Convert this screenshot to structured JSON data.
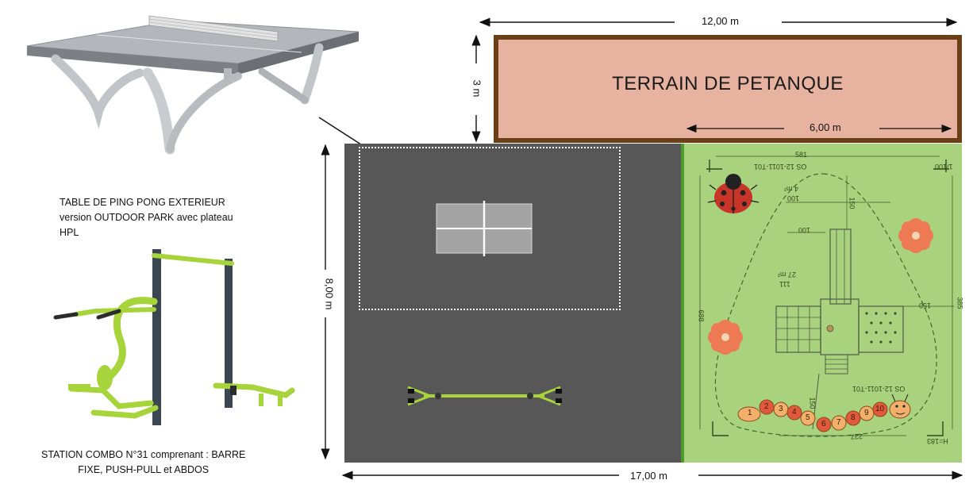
{
  "dimensions": {
    "top_width": "12,00 m",
    "terrain_height": "3 m",
    "terrain_inner_width": "6,00 m",
    "court_height": "8,00 m",
    "bottom_width": "17,00 m"
  },
  "terrain": {
    "label": "TERRAIN DE PETANQUE"
  },
  "ping_pong": {
    "caption_line1": "TABLE DE PING PONG EXTERIEUR",
    "caption_line2": "version OUTDOOR PARK avec plateau",
    "caption_line3": "HPL"
  },
  "fitness": {
    "caption_line1": "STATION COMBO N°31 comprenant : BARRE",
    "caption_line2": "FIXE, PUSH-PULL et ABDOS"
  },
  "playground": {
    "ref_top": "OS 12-1011-T01",
    "ref_bottom": "OS 12-1011-T01",
    "dim_581": "581",
    "dim_1100": "1/100",
    "dim_4m": "4 m²",
    "dim_100a": "100",
    "dim_150a": "150",
    "dim_100b": "100",
    "dim_27m": "27 m²",
    "dim_111": "111",
    "dim_150b": "150",
    "dim_688": "688",
    "dim_385": "385",
    "dim_150c": "150",
    "dim_227": "227",
    "dim_183": "H=183",
    "caterpillar_numbers": [
      "1",
      "2",
      "3",
      "4",
      "5",
      "6",
      "7",
      "8",
      "9",
      "10"
    ]
  },
  "colors": {
    "terrain_fill": "#e7b3a0",
    "terrain_border": "#6b3f18",
    "asphalt": "#575757",
    "playground": "#a9d27f",
    "fitness_green": "#a7d43a"
  }
}
